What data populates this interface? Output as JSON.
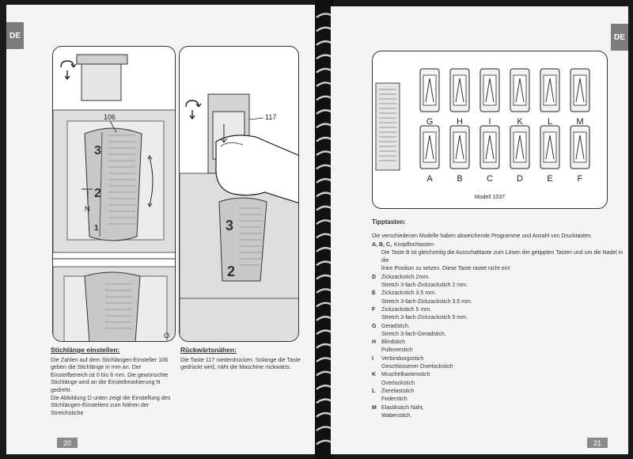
{
  "left": {
    "lang_tab": "DE",
    "page_number": "20",
    "fig_labels": {
      "dial_number": "106",
      "dial_letter": "N",
      "dial_values": [
        "3",
        "2",
        "1"
      ],
      "fig_o": "O"
    },
    "stitch_length": {
      "title": "Stichlänge einstellen:",
      "lines": [
        "Die Zahlen auf dem Stichlängen-Einsteller 106",
        "geben die Stichlänge in mm an. Der",
        "Einstellbereich ist 0 bis 6 mm. Die gewünschte",
        "Stichlänge wird an die Einstellmarkierung N",
        "gedreht.",
        "Die Abbildung O unten zeigt die Einstellung des",
        "Stichlängen-Einstellers zum Nähen der",
        "Stretchstiche"
      ]
    },
    "reverse": {
      "fig_number": "117",
      "title": "Rückwärtsnähen:",
      "lines": [
        "Die Taste 117 niederdrücken. Solange die Taste",
        "gedrückt wird, näht die Maschine rückwärts."
      ]
    }
  },
  "right": {
    "lang_tab": "DE",
    "page_number": "21",
    "model_label": "Modell 1037",
    "buttons_top": [
      "G",
      "H",
      "I",
      "K",
      "L",
      "M"
    ],
    "buttons_bottom": [
      "A",
      "B",
      "C",
      "D",
      "E",
      "F"
    ],
    "heading": "Tipptasten:",
    "intro": "Die verschiedenen Modelle haben abweichende Programme und Anzahl von Drucktasten.",
    "items": [
      {
        "key": "A, B, C,",
        "text": "Knopflochtasten",
        "inline": true
      },
      {
        "key": "",
        "text": "Die Taste B ist gleichzeitig die Ausschalttaste zum Lösen der getippten Tasten und um die Nadel in die"
      },
      {
        "key": "",
        "text": "linke Position zu setzen. Diese Taste rastet nicht ein!",
        "sub": true
      },
      {
        "key": "D",
        "text": "Zickzackstich 2mm."
      },
      {
        "key": "",
        "text": "Stretch 3-fach-Zickzackstich 2 mm.",
        "sub": true
      },
      {
        "key": "E",
        "text": "Zickzackstich 3.5 mm."
      },
      {
        "key": "",
        "text": "Stretch 3-fach-Zickzackstich 3.5 mm.",
        "sub": true
      },
      {
        "key": "F",
        "text": "Zickzackstich 5 mm."
      },
      {
        "key": "",
        "text": "Stretch 3-fach-Zickzackstich 5 mm.",
        "sub": true
      },
      {
        "key": "G",
        "text": "Geradstich."
      },
      {
        "key": "",
        "text": "Stretch 3-fach-Geradstich.",
        "sub": true
      },
      {
        "key": "H",
        "text": "Blindstich"
      },
      {
        "key": "",
        "text": "Pulloverstich",
        "sub": true
      },
      {
        "key": "I",
        "text": "Verbindungsstich"
      },
      {
        "key": "",
        "text": "Geschlossener Overlockstich",
        "sub": true
      },
      {
        "key": "K",
        "text": "Muschelkantenstich"
      },
      {
        "key": "",
        "text": "Overlockstich",
        "sub": true
      },
      {
        "key": "L",
        "text": "Zierelaststich"
      },
      {
        "key": "",
        "text": "Federstich",
        "sub": true
      },
      {
        "key": "M",
        "text": "Elastikstich Naht,"
      },
      {
        "key": "",
        "text": "Wabenstich.",
        "sub": true
      }
    ]
  }
}
